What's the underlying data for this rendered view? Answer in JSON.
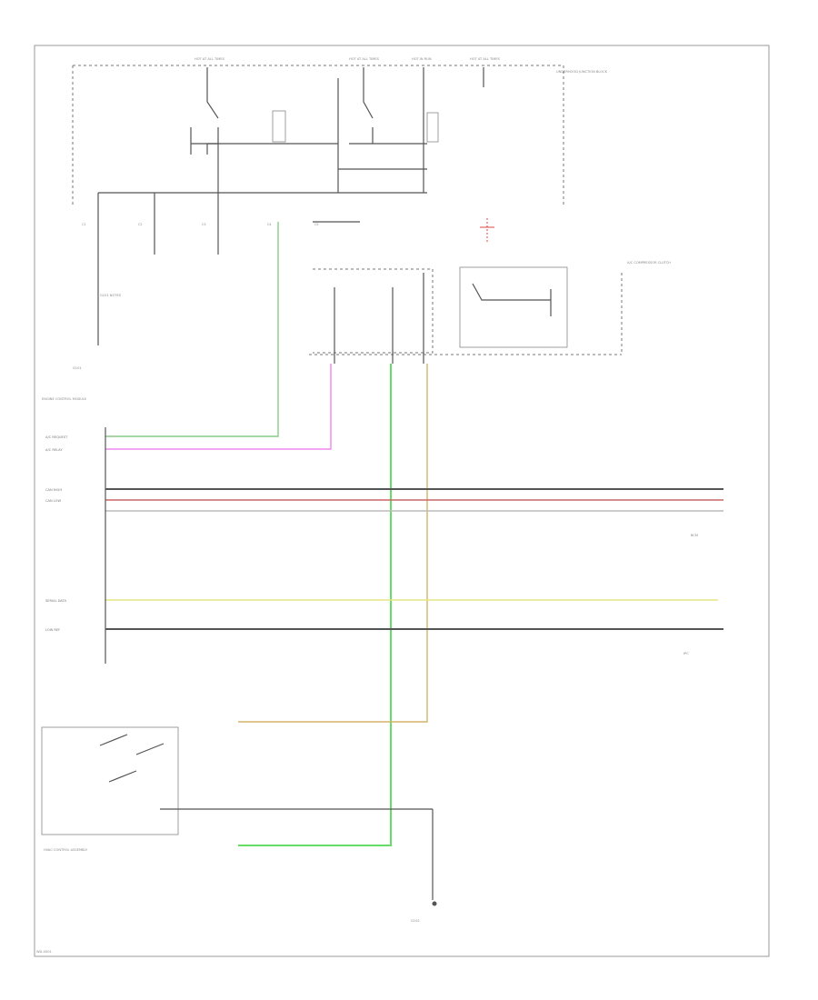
{
  "colors": {
    "green_wire": "#66dd66",
    "light_green_wire": "#88cc88",
    "pink_wire": "#ee88ee",
    "yellow_wire": "#e6e680",
    "tan_wire": "#d4b468",
    "red_wire": "#cc6666",
    "black_wire": "#555555",
    "gray_wire": "#bbbbbb",
    "connector_red": "#dd4444"
  },
  "icons": [
    "relay-switch-icon",
    "ground-icon",
    "connector-icon",
    "diode-icon"
  ],
  "labels": {
    "fuse_1": "HOT AT ALL TIMES",
    "fuse_2": "HOT AT ALL TIMES",
    "fuse_3": "HOT IN RUN",
    "fuse_4": "HOT AT ALL TIMES",
    "junction_block": "UNDERHOOD JUNCTION BLOCK",
    "ground_1": "G101",
    "ground_2": "G102",
    "ecm": "ENGINE CONTROL MODULE",
    "hvac": "HVAC CONTROL ASSEMBLY",
    "compressor": "A/C COMPRESSOR CLUTCH",
    "page_code": "WD-0001"
  },
  "signals": {
    "ac_request": "A/C REQUEST",
    "ac_relay": "A/C RELAY",
    "can_high": "CAN HIGH",
    "can_low": "CAN LOW",
    "serial_data": "SERIAL DATA",
    "low_ref": "LOW REF"
  }
}
